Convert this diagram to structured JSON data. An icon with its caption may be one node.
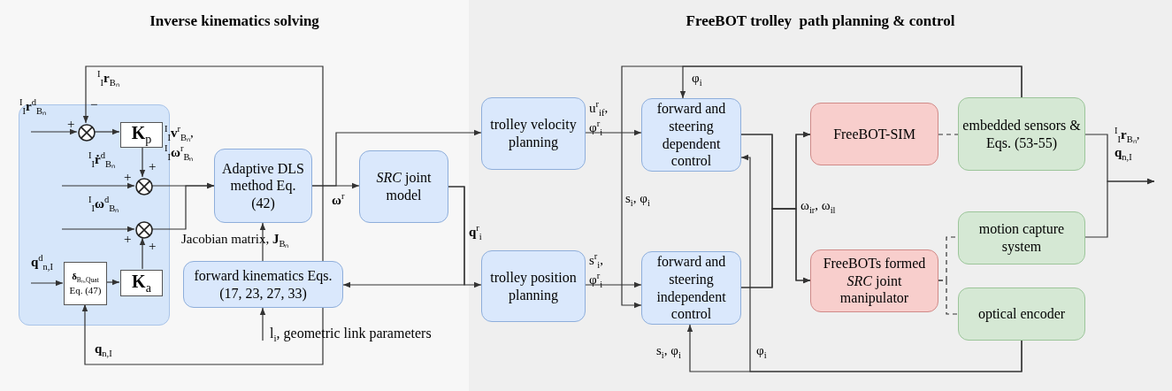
{
  "diagram": {
    "nodes": [
      {
        "text": [
          "Inverse kinematics solving"
        ]
      },
      {
        "text": [],
        "shape": "box",
        "in": 0
      },
      {
        "text": [],
        "shape": "circle",
        "in": 1
      },
      {
        "text": [
          "**K**$_{p}$"
        ],
        "in": 1
      },
      {
        "text": [],
        "shape": "circle",
        "in": 1
      },
      {
        "text": [],
        "shape": "circle",
        "in": 1
      },
      {
        "text": [
          "**δ**$_{Bₙ,Quat}$",
          "Eq. (47)"
        ],
        "in": 1
      },
      {
        "text": [
          "**K**$_{a}$"
        ],
        "in": 1
      },
      {
        "text": [
          "Adaptive DLS method Eq. (42)"
        ],
        "in": 0
      },
      {
        "text": [
          "*SRC* joint model"
        ],
        "in": 0
      },
      {
        "text": [
          "forward kinematics Eqs. (17, 23, 27, 33)"
        ],
        "in": 0
      },
      {
        "text": [
          "FreeBOT trolley  path planning & control"
        ]
      },
      {
        "text": [
          "trolley velocity planning"
        ],
        "in": 11
      },
      {
        "text": [
          "trolley position planning"
        ],
        "in": 11
      },
      {
        "text": [
          "forward and steering dependent control"
        ],
        "in": 11
      },
      {
        "text": [
          "forward and steering independent control"
        ],
        "in": 11
      },
      {
        "text": [
          "FreeBOT-SIM"
        ],
        "in": 11
      },
      {
        "text": [
          "embedded sensors & Eqs. (53-55)"
        ],
        "in": 11
      },
      {
        "text": [
          "FreeBOTs formed *SRC* joint manipulator"
        ],
        "in": 11
      },
      {
        "text": [
          "motion capture system"
        ],
        "in": 11
      },
      {
        "text": [
          "optical encoder"
        ],
        "in": 11
      }
    ],
    "edges": [
      {
        "from": null,
        "to": 2,
        "arrow": "to",
        "label": "$^{I}$$_{I}$**r**$^{d}$$_{Bₙ}$"
      },
      {
        "from": null,
        "to": 4,
        "arrow": "to",
        "label": "$^{I}$$_{I}$**ṙ**$^{d}$$_{Bₙ}$"
      },
      {
        "from": null,
        "to": 5,
        "arrow": "to",
        "label": "$^{I}$$_{I}$**ω**$^{d}$$_{Bₙ}$"
      },
      {
        "from": null,
        "to": 6,
        "arrow": "to",
        "label": "**q**$^{d}$$_{n,I}$"
      },
      {
        "from": 2,
        "to": 3,
        "arrow": "to"
      },
      {
        "from": 3,
        "to": 4,
        "arrow": "to"
      },
      {
        "from": 6,
        "to": 7,
        "arrow": "to"
      },
      {
        "from": 7,
        "to": 5,
        "arrow": "to"
      },
      {
        "from": 4,
        "to": 8,
        "arrow": "to",
        "label": "$^{I}$$_{I}$**v**$^{r}$$_{Bₙ}$, $^{I}$$_{I}$**ω**$^{r}$$_{Bₙ}$"
      },
      {
        "from": 5,
        "to": 8,
        "arrow": "to"
      },
      {
        "from": 8,
        "to": 9,
        "arrow": "to",
        "label": "**ω**$^{r}$"
      },
      {
        "from": 8,
        "to": 12,
        "arrow": "to"
      },
      {
        "from": 9,
        "to": 13,
        "arrow": "to",
        "label": "**q**$^{r}$$_{i}$"
      },
      {
        "from": 9,
        "to": 10,
        "arrow": "to"
      },
      {
        "from": 10,
        "to": 8,
        "arrow": "to",
        "label": "Jacobian matrix, **J**$_{Bₙ}$"
      },
      {
        "from": null,
        "to": 10,
        "arrow": "to",
        "label": "l$_{i}$, geometric link parameters"
      },
      {
        "from": 10,
        "to": 2,
        "arrow": "to",
        "label": "$^{I}$$_{I}$**r**$_{Bₙ}$"
      },
      {
        "from": 10,
        "to": 6,
        "arrow": "to",
        "label": "**q**$_{n,I}$"
      },
      {
        "from": 12,
        "to": 14,
        "arrow": "to",
        "label": "u$^{r}$$_{if}$, φ$^{r}$$_{i}$"
      },
      {
        "from": 13,
        "to": 15,
        "arrow": "to",
        "label": "s$^{r}$$_{i}$, φ$^{r}$$_{i}$"
      },
      {
        "from": 17,
        "to": 14,
        "arrow": "to",
        "label": "φ$_{i}$"
      },
      {
        "from": 17,
        "to": 15,
        "arrow": "to",
        "label": "s$_{i}$, φ$_{i}$"
      },
      {
        "from": 20,
        "to": 15,
        "arrow": "to",
        "label": "s$_{i}$, φ$_{i}$"
      },
      {
        "from": 20,
        "to": 14,
        "arrow": "to",
        "label": "φ$_{i}$"
      },
      {
        "from": 14,
        "to": 16,
        "arrow": "to",
        "label": "ω$_{ir}$, ω$_{il}$"
      },
      {
        "from": 14,
        "to": 18,
        "arrow": "to"
      },
      {
        "from": 15,
        "to": 16,
        "arrow": "to"
      },
      {
        "from": 15,
        "to": 18,
        "arrow": "to"
      },
      {
        "from": 16,
        "to": 17,
        "arrow": "none",
        "style": "dashed"
      },
      {
        "from": 18,
        "to": 19,
        "arrow": "none",
        "style": "dashed"
      },
      {
        "from": 18,
        "to": 20,
        "arrow": "none",
        "style": "dashed"
      },
      {
        "from": 17,
        "to": null,
        "arrow": "to",
        "label": "$^{I}$$_{I}$**r**$_{Bₙ}$, **q**$_{n,I}$"
      },
      {
        "from": 19,
        "to": null,
        "arrow": "to"
      }
    ],
    "labels": [
      "−",
      "+",
      "+",
      "+",
      "+",
      "+"
    ]
  }
}
